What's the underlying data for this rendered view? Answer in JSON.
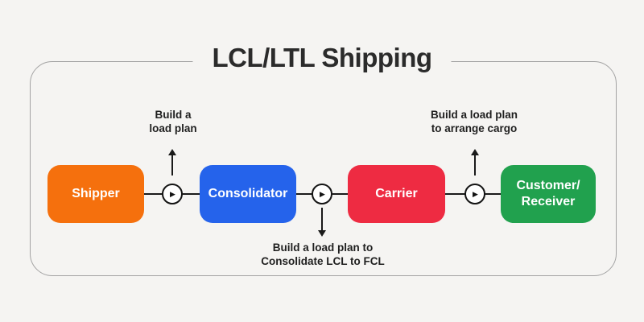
{
  "page": {
    "background_color": "#F5F4F2",
    "frame_border_color": "#A3A3A3",
    "line_color": "#1A1A1A"
  },
  "title": "LCL/LTL Shipping",
  "flow": {
    "nodes": [
      {
        "id": "shipper",
        "lines": [
          "Shipper"
        ],
        "color": "#F5700D"
      },
      {
        "id": "consolidator",
        "lines": [
          "Consolidator"
        ],
        "color": "#2563EB"
      },
      {
        "id": "carrier",
        "lines": [
          "Carrier"
        ],
        "color": "#EE2B42"
      },
      {
        "id": "customer-receiver",
        "lines": [
          "Customer/",
          "Receiver"
        ],
        "color": "#21A14E"
      }
    ],
    "connectors": [
      {
        "icon": "play-icon",
        "glyph": "▶",
        "branch_arrow": "up"
      },
      {
        "icon": "play-icon",
        "glyph": "▶",
        "branch_arrow": "down"
      },
      {
        "icon": "play-icon",
        "glyph": "▶",
        "branch_arrow": "up"
      }
    ],
    "annotations": [
      {
        "attached_to": "connector-1",
        "side": "above",
        "lines": [
          "Build a",
          "load plan"
        ]
      },
      {
        "attached_to": "connector-2",
        "side": "below",
        "lines": [
          "Build a load plan to",
          "Consolidate LCL to FCL"
        ]
      },
      {
        "attached_to": "connector-3",
        "side": "above",
        "lines": [
          "Build a load plan",
          "to arrange cargo"
        ]
      }
    ]
  }
}
